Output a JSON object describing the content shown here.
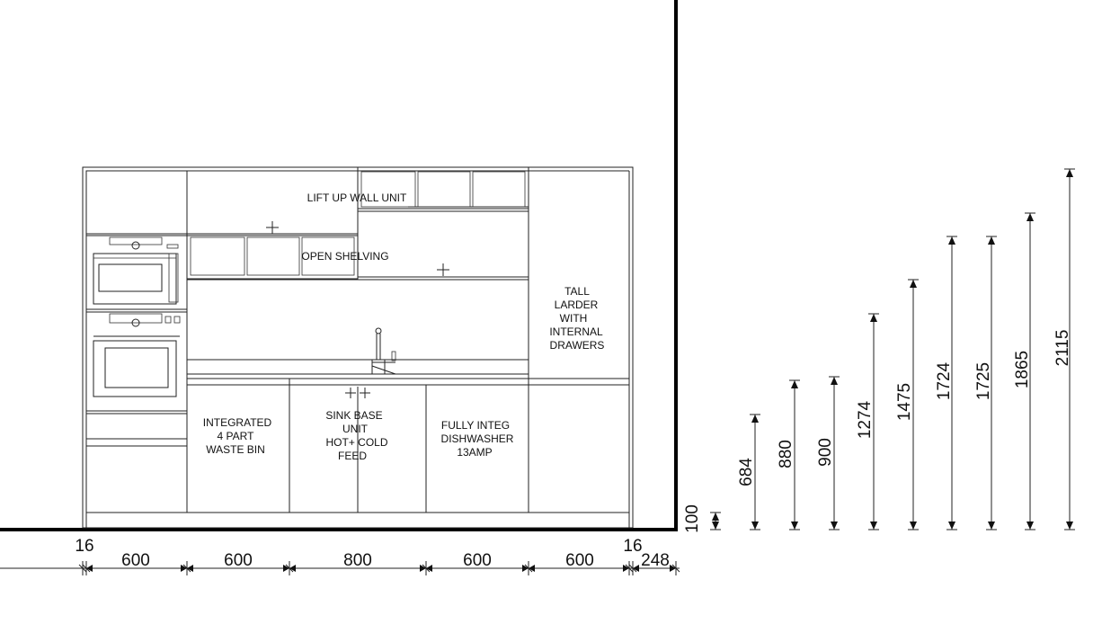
{
  "labels": {
    "lift_up_wall_unit": "LIFT UP WALL UNIT",
    "open_shelving": "OPEN SHELVING",
    "tall_larder": [
      "TALL",
      "LARDER",
      "WITH",
      "INTERNAL",
      "DRAWERS"
    ],
    "waste_bin": [
      "INTEGRATED",
      "4 PART",
      "WASTE BIN"
    ],
    "sink_base": [
      "SINK BASE",
      "UNIT",
      "HOT+ COLD",
      "FEED"
    ],
    "dishwasher": [
      "FULLY INTEG",
      "DISHWASHER",
      "13AMP"
    ]
  },
  "widths": [
    "16",
    "600",
    "600",
    "800",
    "600",
    "600",
    "16",
    "248"
  ],
  "heights": [
    "100",
    "684",
    "880",
    "900",
    "1274",
    "1475",
    "1724",
    "1725",
    "1865",
    "2115"
  ]
}
